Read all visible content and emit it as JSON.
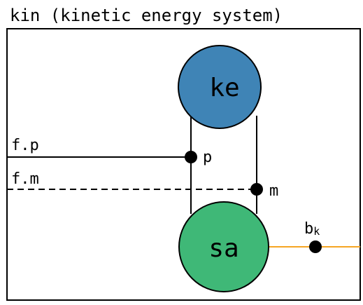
{
  "title": "kin (kinetic energy system)",
  "nodes": {
    "ke": {
      "label": "ke",
      "fill": "#3f84b6"
    },
    "sa": {
      "label": "sa",
      "fill": "#3fb877"
    }
  },
  "ports": {
    "p": "p",
    "m": "m",
    "bk": {
      "base": "b",
      "sub": "k"
    }
  },
  "inputs": {
    "fp": "f.p",
    "fm": "f.m"
  },
  "colors": {
    "stroke": "#000000",
    "accent": "#f5a623"
  }
}
